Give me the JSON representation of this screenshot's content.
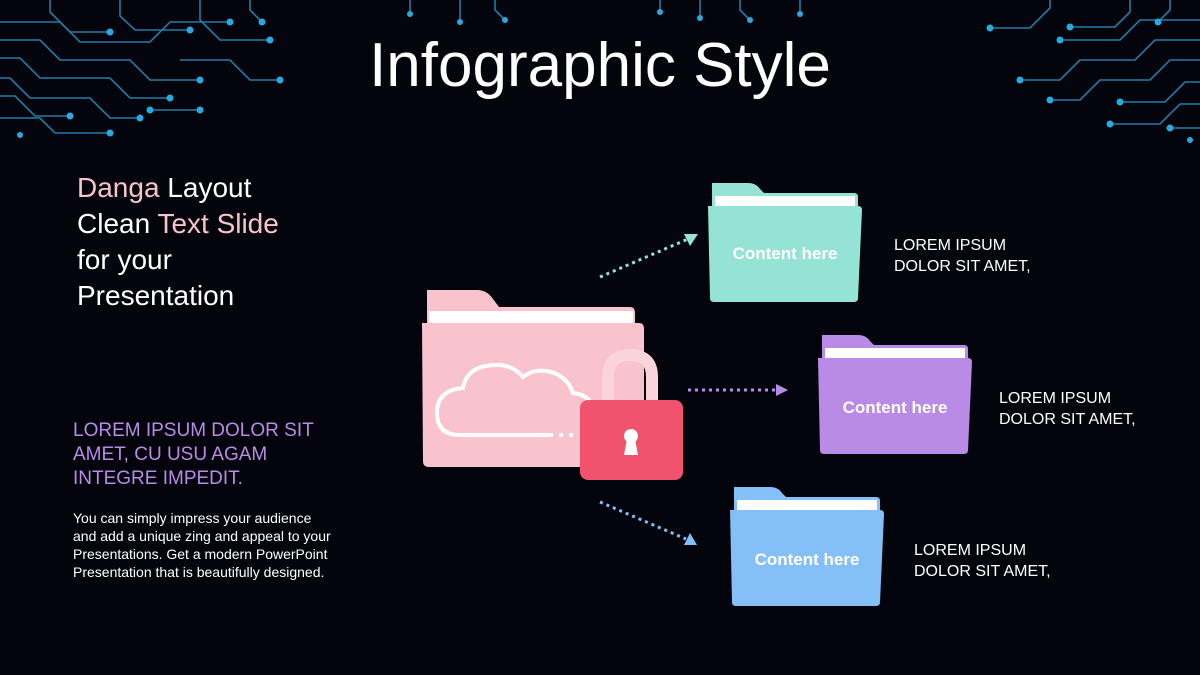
{
  "title": "Infographic Style",
  "headline": {
    "w1": "Danga",
    "w2": " Layout",
    "w3": "Clean ",
    "w4": "Text Slide",
    "w5": "for your",
    "w6": "Presentation"
  },
  "subheading": "LOREM IPSUM DOLOR SIT AMET, CU USU AGAM INTEGRE IMPEDIT.",
  "body": "You can simply impress your audience and add a unique zing and appeal to your Presentations. Get a modern PowerPoint  Presentation that is beautifully designed.",
  "folders": [
    {
      "label": "Content here",
      "side_line1": "LOREM IPSUM",
      "side_line2": "DOLOR SIT AMET,",
      "color": "#94e3d5"
    },
    {
      "label": "Content here",
      "side_line1": "LOREM IPSUM",
      "side_line2": "DOLOR SIT AMET,",
      "color": "#b98ae6"
    },
    {
      "label": "Content here",
      "side_line1": "LOREM IPSUM",
      "side_line2": "DOLOR SIT AMET,",
      "color": "#85bff7"
    }
  ],
  "colors": {
    "background": "#04050c",
    "circuit": "#2a8fc4",
    "main_folder": "#f8c3cc",
    "lock": "#f0536b",
    "accent_pink": "#f8c3cc",
    "accent_purple": "#b98ae6"
  },
  "icons": {
    "main": "cloud-folder-icon",
    "lock": "padlock-icon"
  }
}
